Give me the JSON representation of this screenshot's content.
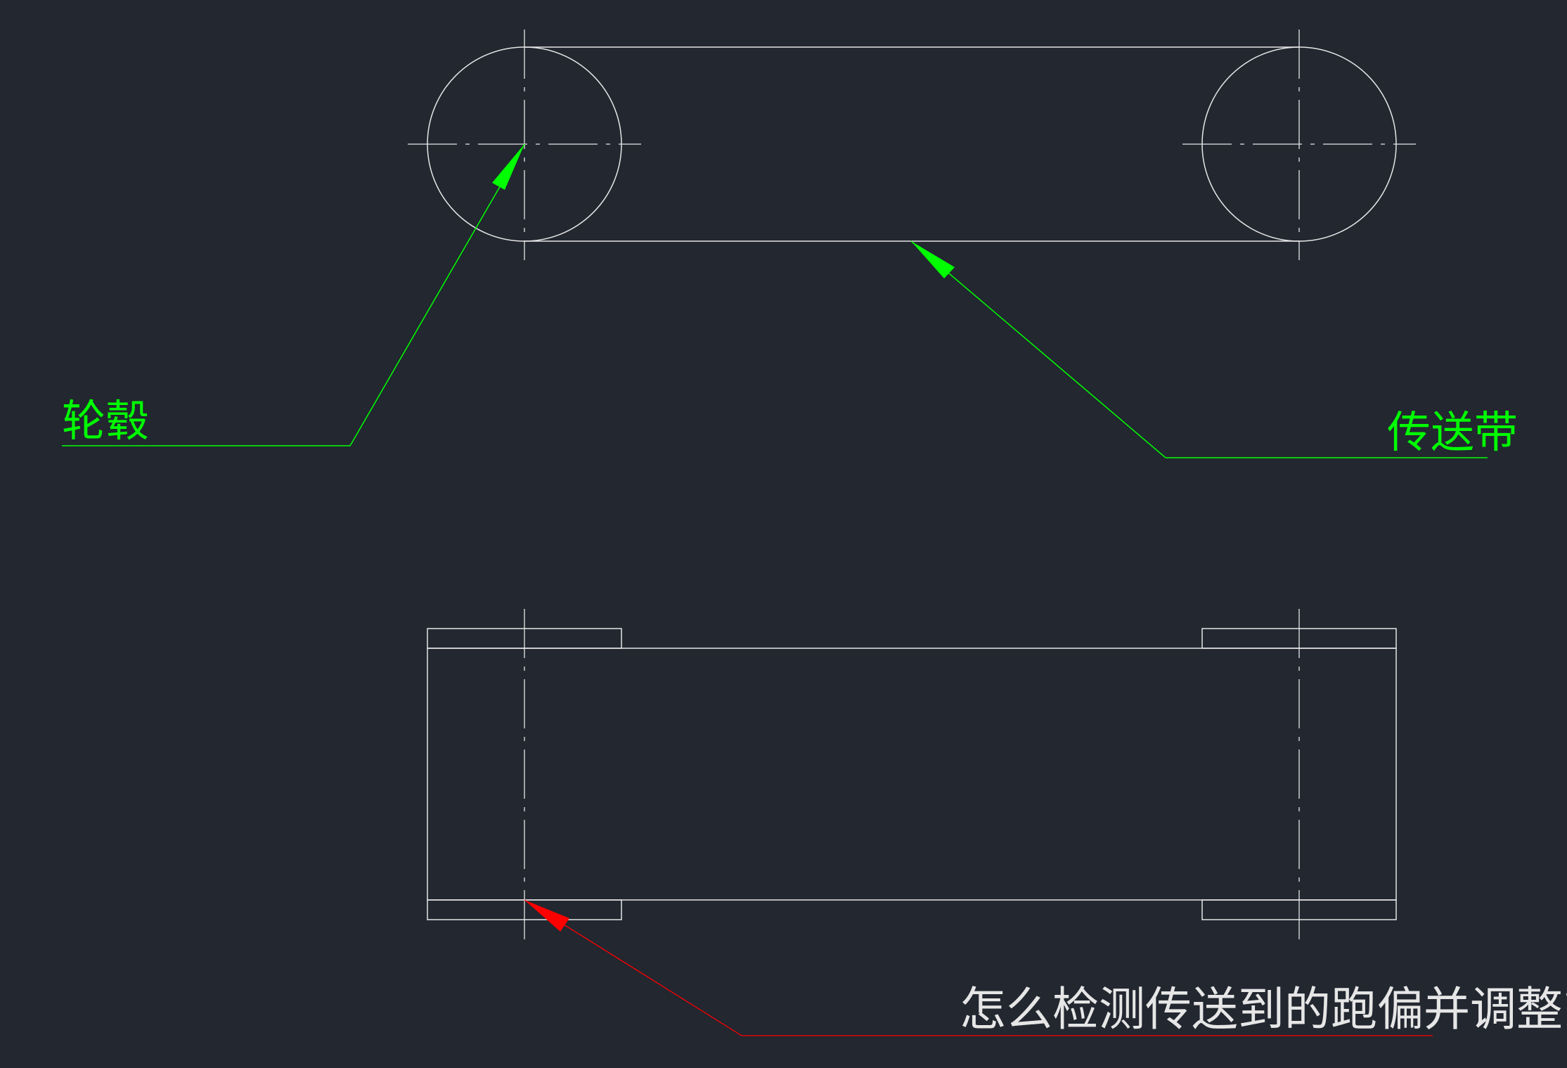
{
  "colors": {
    "background": "#222730",
    "geometry": "#e6e6e6",
    "annotation_green": "#00ff00",
    "annotation_red": "#ff0000"
  },
  "labels": {
    "hub": "轮毂",
    "belt": "传送带",
    "question": "怎么检测传送到的跑偏并调整?"
  }
}
